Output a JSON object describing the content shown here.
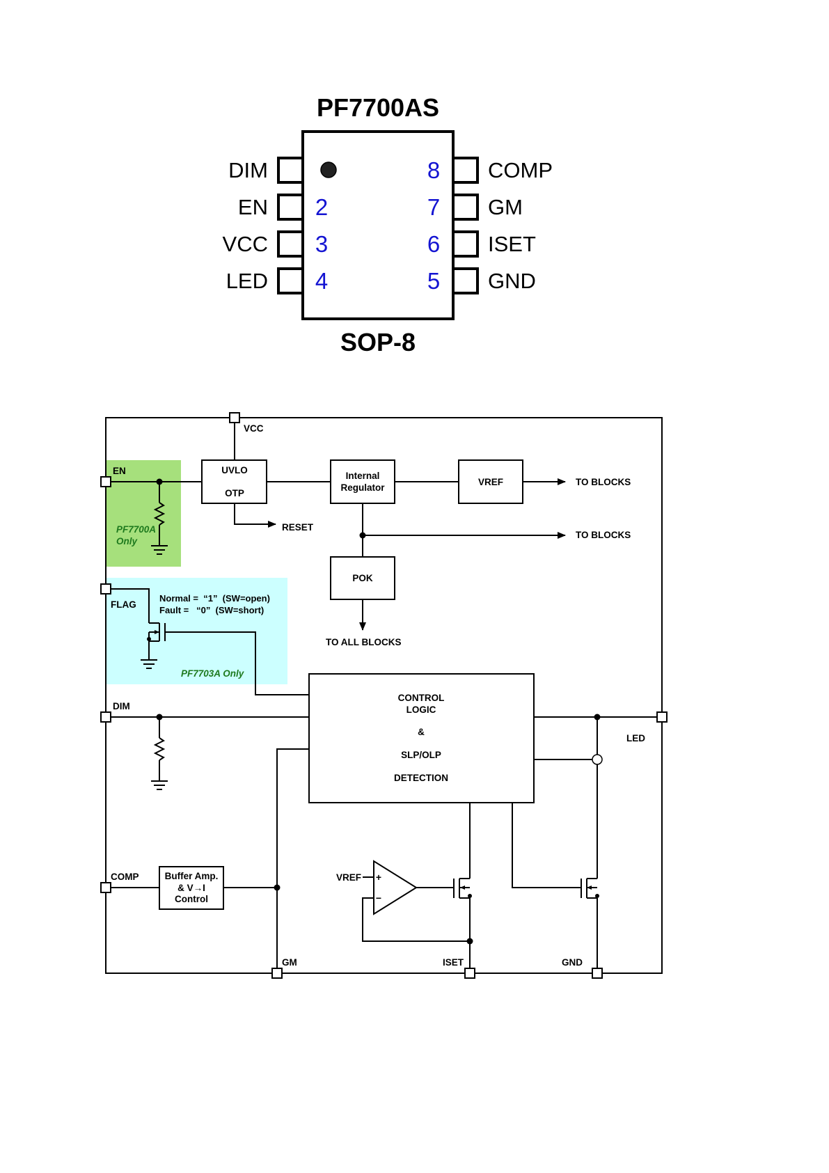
{
  "package": {
    "part_name": "PF7700AS",
    "package_name": "SOP-8",
    "pins_left": [
      {
        "number": "1",
        "label": "DIM"
      },
      {
        "number": "2",
        "label": "EN"
      },
      {
        "number": "3",
        "label": "VCC"
      },
      {
        "number": "4",
        "label": "LED"
      }
    ],
    "pins_right": [
      {
        "number": "8",
        "label": "COMP"
      },
      {
        "number": "7",
        "label": "GM"
      },
      {
        "number": "6",
        "label": "ISET"
      },
      {
        "number": "5",
        "label": "GND"
      }
    ]
  },
  "block": {
    "pins": {
      "vcc": "VCC",
      "en": "EN",
      "flag": "FLAG",
      "dim": "DIM",
      "comp": "COMP",
      "gm": "GM",
      "iset": "ISET",
      "gnd": "GND",
      "led": "LED"
    },
    "blocks": {
      "uvlo": "UVLO",
      "otp": "OTP",
      "regulator_line1": "Internal",
      "regulator_line2": "Regulator",
      "vref": "VREF",
      "pok": "POK",
      "control_line1": "CONTROL",
      "control_line2": "LOGIC",
      "control_line3": "&",
      "control_line4": "SLP/OLP",
      "control_line5": "DETECTION",
      "buffer_line1": "Buffer Amp.",
      "buffer_line2": "& V→I",
      "buffer_line3": "Control"
    },
    "signals": {
      "to_blocks_1": "TO BLOCKS",
      "to_blocks_2": "TO BLOCKS",
      "reset": "RESET",
      "to_all_blocks": "TO ALL BLOCKS",
      "vref_input": "VREF"
    },
    "notes": {
      "pf7700a_line1": "PF7700A",
      "pf7700a_line2": "Only",
      "pf7703a": "PF7703A Only",
      "normal": "Normal =  “1”  (SW=open)",
      "fault": "Fault =   “0”  (SW=short)"
    },
    "colors": {
      "green_region": "#a6e07c",
      "cyan_region": "#ccffff",
      "pin_number": "#1414d2"
    }
  }
}
